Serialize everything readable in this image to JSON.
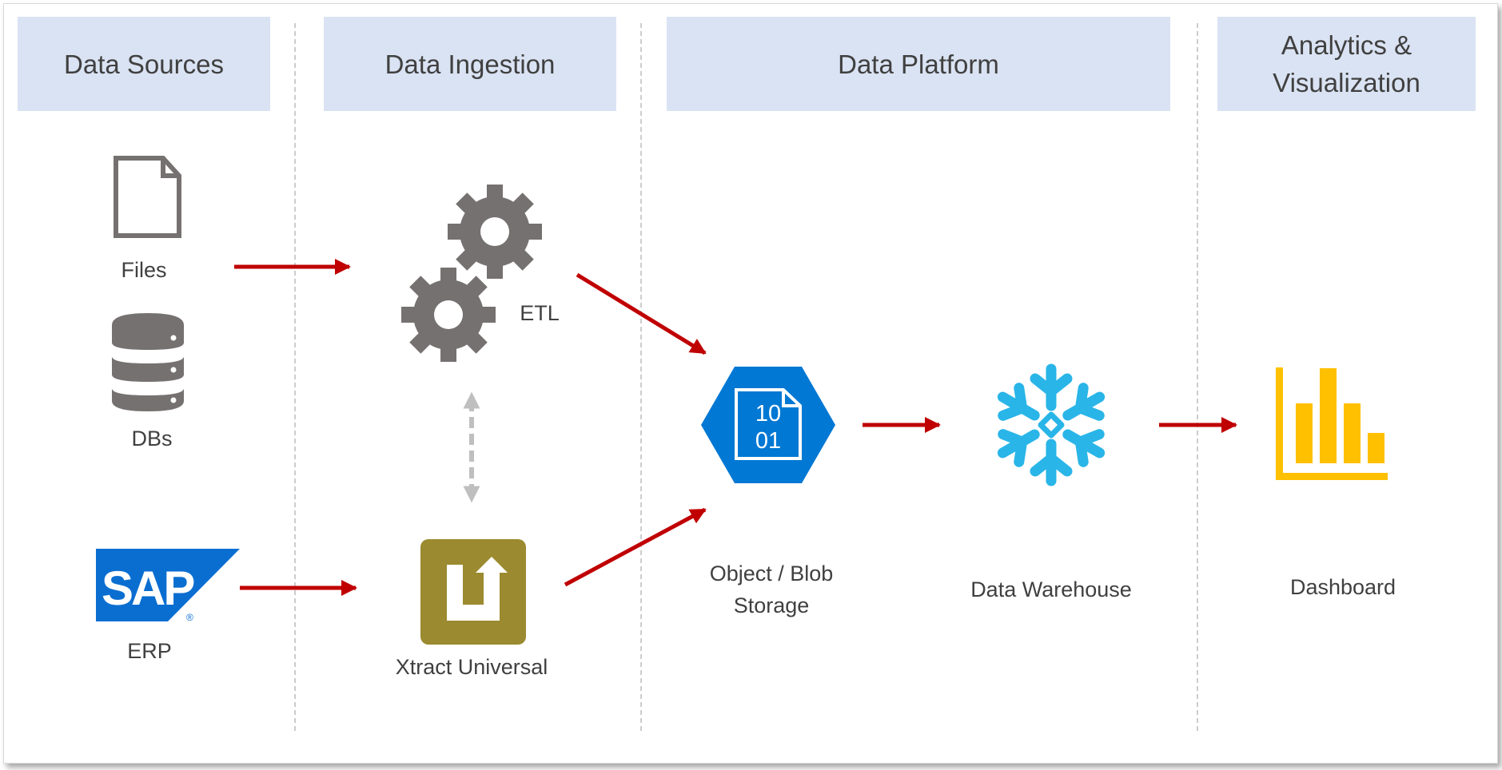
{
  "headers": {
    "sources": "Data Sources",
    "ingestion": "Data Ingestion",
    "platform": "Data Platform",
    "analytics": "Analytics &\nVisualization"
  },
  "nodes": {
    "files": "Files",
    "dbs": "DBs",
    "erp": "ERP",
    "etl": "ETL",
    "xtract": "Xtract Universal",
    "storage": "Object / Blob\nStorage",
    "warehouse": "Data Warehouse",
    "dashboard": "Dashboard"
  },
  "storage_icon": {
    "line1": "10",
    "line2": "01"
  },
  "sap_logo": "SAP",
  "icons": [
    "file-icon",
    "database-icon",
    "sap-logo-icon",
    "gears-icon",
    "xtract-universal-icon",
    "blob-storage-icon",
    "snowflake-icon",
    "bar-chart-icon"
  ],
  "colors": {
    "header_bg": "#dae3f3",
    "arrow": "#c00000",
    "gray_icon": "#767171",
    "azure_blue": "#0078d4",
    "snowflake": "#29b5e8",
    "xtract": "#9b8a2f",
    "chart": "#ffc000",
    "sap_blue": "#0a6ed1"
  }
}
